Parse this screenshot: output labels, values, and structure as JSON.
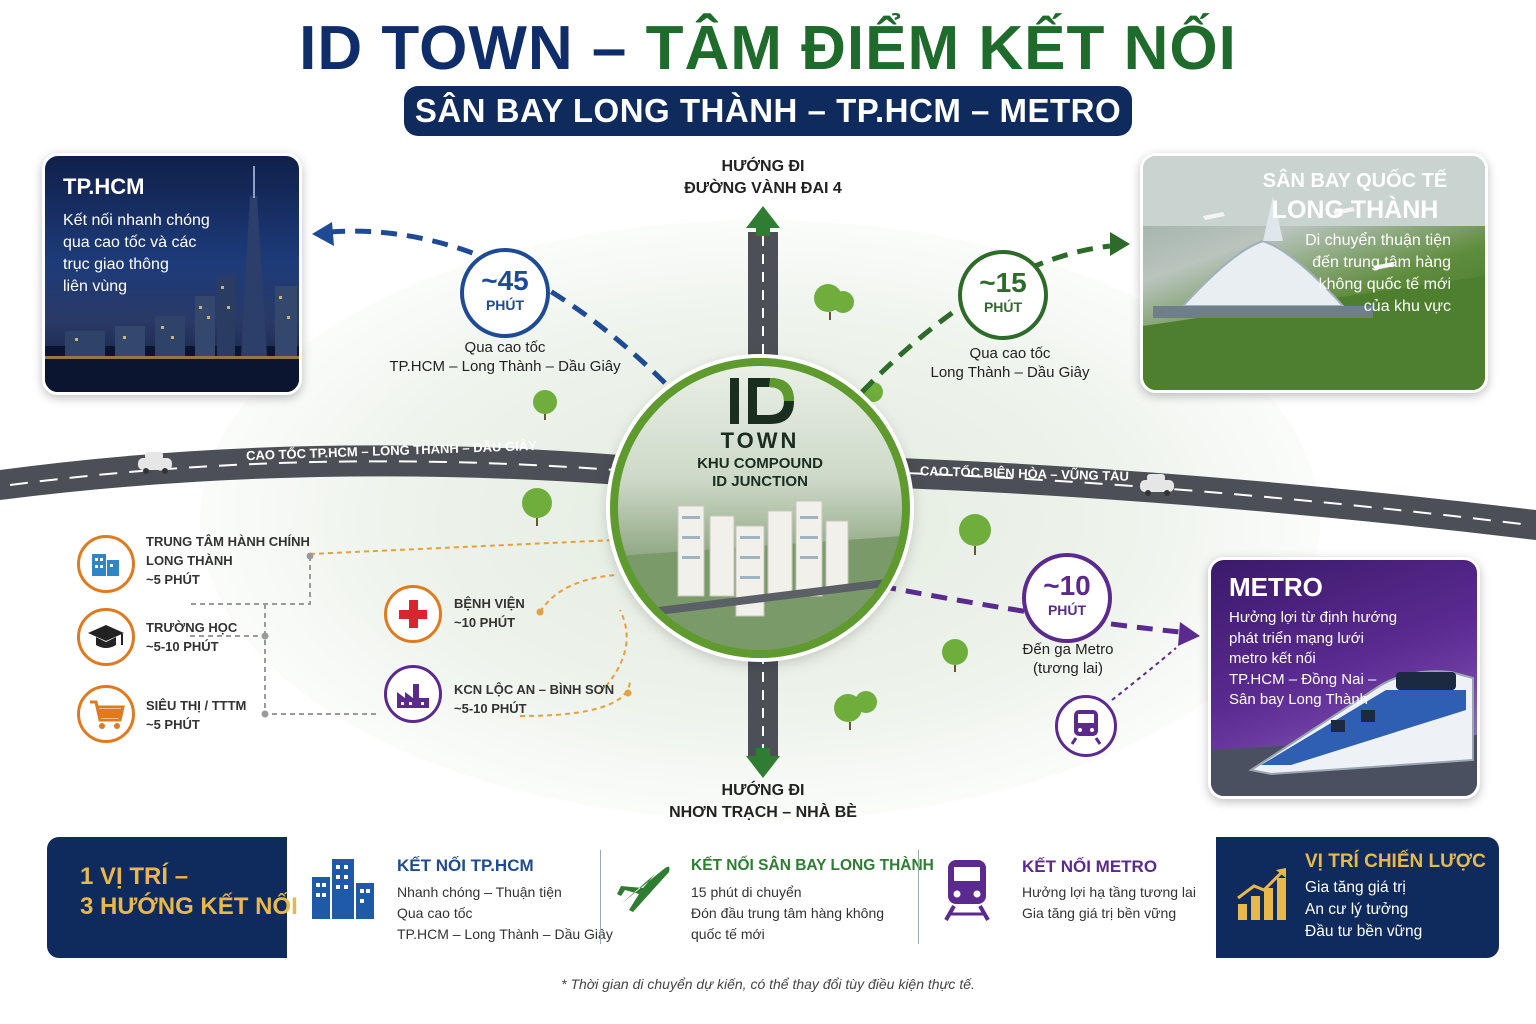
{
  "title": {
    "part1": "ID TOWN",
    "dash": "–",
    "part2": "TÂM ĐIỂM KẾT NỐI",
    "subtitle": "SÂN BAY LONG THÀNH – TP.HCM – METRO"
  },
  "colors": {
    "navy": "#0f2a5c",
    "green": "#1f6b2c",
    "purple": "#5b2a8e",
    "orange": "#e07a1f",
    "gold": "#e8b84a"
  },
  "cards": {
    "hcm": {
      "title": "TP.HCM",
      "lines": [
        "Kết nối nhanh chóng",
        "qua cao tốc và các",
        "trục giao thông",
        "liên vùng"
      ]
    },
    "airport": {
      "title_line1": "SÂN BAY QUỐC TẾ",
      "title_line2": "LONG THÀNH",
      "lines": [
        "Di chuyển thuận tiện",
        "đến trung tâm hàng",
        "không quốc tế mới",
        "của khu vực"
      ]
    },
    "metro": {
      "title": "METRO",
      "lines": [
        "Hưởng lợi từ định hướng",
        "phát triển mạng lưới",
        "metro kết nối",
        "TP.HCM – Đồng Nai –",
        "Sân bay Long Thành"
      ]
    }
  },
  "times": {
    "hcm": {
      "value": "~45",
      "unit": "PHÚT",
      "note1": "Qua cao tốc",
      "note2": "TP.HCM – Long Thành – Dầu Giây"
    },
    "airport": {
      "value": "~15",
      "unit": "PHÚT",
      "note1": "Qua cao tốc",
      "note2": "Long Thành – Dầu Giây"
    },
    "metro": {
      "value": "~10",
      "unit": "PHÚT",
      "note1": "Đến ga Metro",
      "note2": "(tương lai)"
    }
  },
  "directions": {
    "north": {
      "line1": "HƯỚNG ĐI",
      "line2": "ĐƯỜNG VÀNH ĐAI 4"
    },
    "south": {
      "line1": "HƯỚNG ĐI",
      "line2": "NHƠN TRẠCH – NHÀ BÈ"
    }
  },
  "roads": {
    "west": "CAO TỐC TP.HCM – LONG THÀNH – DẦU GIÂY",
    "east": "CAO TỐC BIÊN HÒA – VŨNG TÀU"
  },
  "center": {
    "logo": "ID",
    "town": "TOWN",
    "line1": "KHU COMPOUND",
    "line2": "ID JUNCTION"
  },
  "amenities": {
    "admin": {
      "line1": "TRUNG TÂM HÀNH CHÍNH",
      "line2": "LONG THÀNH",
      "time": "~5 PHÚT",
      "icon": "building-icon"
    },
    "school": {
      "line1": "TRƯỜNG HỌC",
      "time": "~5-10 PHÚT",
      "icon": "graduation-cap-icon"
    },
    "mall": {
      "line1": "SIÊU THỊ / TTTM",
      "time": "~5 PHÚT",
      "icon": "shopping-cart-icon"
    },
    "hospital": {
      "line1": "BỆNH VIỆN",
      "time": "~10 PHÚT",
      "icon": "medical-cross-icon"
    },
    "industrial": {
      "line1": "KCN LỘC AN – BÌNH SƠN",
      "time": "~5-10 PHÚT",
      "icon": "factory-icon"
    }
  },
  "bottom": {
    "left_num1": "1",
    "left_txt1": "VỊ TRÍ –",
    "left_num2": "3",
    "left_txt2": "HƯỚNG KẾT NỐI",
    "hcm": {
      "title": "KẾT NỐI TP.HCM",
      "lines": [
        "Nhanh chóng – Thuận tiện",
        "Qua cao tốc",
        "TP.HCM – Long Thành – Dầu Giây"
      ]
    },
    "airport": {
      "title": "KẾT NỐI SÂN BAY LONG THÀNH",
      "lines": [
        "15 phút di chuyển",
        "Đón đầu trung tâm hàng không",
        "quốc tế mới"
      ]
    },
    "metro": {
      "title": "KẾT NỐI METRO",
      "lines": [
        "Hưởng lợi hạ tầng tương lai",
        "Gia tăng giá trị bền vững"
      ]
    },
    "strategy": {
      "title": "VỊ TRÍ CHIẾN LƯỢC",
      "lines": [
        "Gia tăng giá trị",
        "An cư lý tưởng",
        "Đầu tư bền vững"
      ]
    }
  },
  "footnote": "* Thời gian di chuyển dự kiến, có thể thay đổi tùy điều kiện thực tế."
}
